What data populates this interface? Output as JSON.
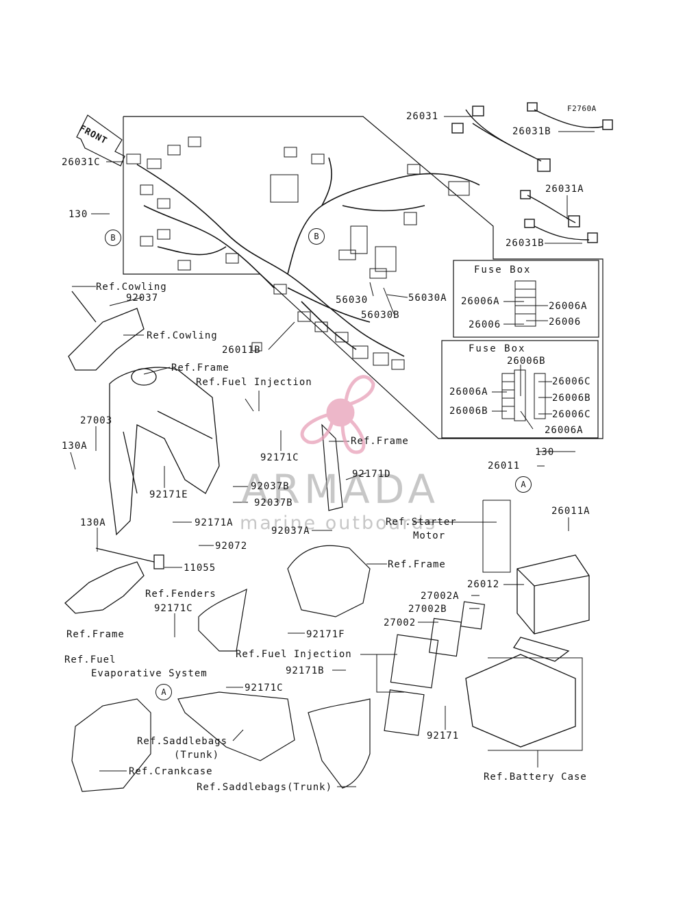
{
  "diagram_code": "F2760A",
  "front_arrow": "FRONT",
  "markers": {
    "a": "A",
    "b": "B"
  },
  "fuse_box_1": {
    "title": "Fuse Box",
    "left": [
      "26006A",
      "26006"
    ],
    "right": [
      "26006A",
      "26006"
    ]
  },
  "fuse_box_2": {
    "title": "Fuse Box",
    "top": "26006B",
    "left": [
      "26006A",
      "26006B"
    ],
    "right": [
      "26006C",
      "26006B",
      "26006C"
    ],
    "bottom": "26006A"
  },
  "parts": {
    "p26031": "26031",
    "p26031B_top": "26031B",
    "p26031C": "26031C",
    "p26031A": "26031A",
    "p26031B_bot": "26031B",
    "p130_top": "130",
    "p56030": "56030",
    "p56030A": "56030A",
    "p56030B": "56030B",
    "p26011B": "26011B",
    "p92037": "92037",
    "p27003": "27003",
    "p130A_1": "130A",
    "p92171E": "92171E",
    "p92171C_1": "92171C",
    "p92037B_1": "92037B",
    "p92037B_2": "92037B",
    "p92171D": "92171D",
    "p130_right": "130",
    "p26011": "26011",
    "p26011A": "26011A",
    "p92171A": "92171A",
    "p92037A": "92037A",
    "p130A_2": "130A",
    "p92072": "92072",
    "p11055": "11055",
    "p26012": "26012",
    "p27002A": "27002A",
    "p27002B": "27002B",
    "p27002": "27002",
    "p92171C_2": "92171C",
    "p92171F": "92171F",
    "p92171B": "92171B",
    "p92171C_3": "92171C",
    "p92171": "92171"
  },
  "refs": {
    "cowling_1": "Ref.Cowling",
    "cowling_2": "Ref.Cowling",
    "frame_1": "Ref.Frame",
    "fuel_injection_1": "Ref.Fuel Injection",
    "frame_2": "Ref.Frame",
    "starter_motor_1": "Ref.Starter",
    "starter_motor_2": "Motor",
    "frame_3": "Ref.Frame",
    "frame_4": "Ref.Frame",
    "fenders": "Ref.Fenders",
    "fuel_evap_1": "Ref.Fuel",
    "fuel_evap_2": "Evaporative System",
    "fuel_injection_2": "Ref.Fuel Injection",
    "saddlebags_1a": "Ref.Saddlebags",
    "saddlebags_1b": "(Trunk)",
    "crankcase": "Ref.Crankcase",
    "saddlebags_2": "Ref.Saddlebags(Trunk)",
    "battery_case": "Ref.Battery Case"
  },
  "watermark": {
    "name": "ARMADA",
    "tagline": "marine outboards",
    "logo_color": "#e8a0b8"
  }
}
